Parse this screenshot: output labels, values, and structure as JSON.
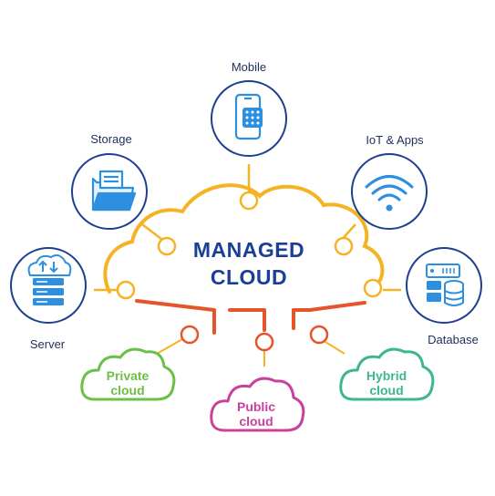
{
  "center": {
    "line1": "MANAGED",
    "line2": "CLOUD"
  },
  "nodes": {
    "mobile": {
      "label": "Mobile",
      "icon": "mobile-app-icon"
    },
    "storage": {
      "label": "Storage",
      "icon": "folder-icon"
    },
    "iot": {
      "label": "IoT & Apps",
      "icon": "wifi-icon"
    },
    "server": {
      "label": "Server",
      "icon": "server-icon"
    },
    "database": {
      "label": "Database",
      "icon": "database-icon"
    }
  },
  "clouds": {
    "private": {
      "line1": "Private",
      "line2": "cloud",
      "color": "#6cc04a"
    },
    "public": {
      "line1": "Public",
      "line2": "cloud",
      "color": "#c8419c"
    },
    "hybrid": {
      "line1": "Hybrid",
      "line2": "cloud",
      "color": "#3db88a"
    }
  },
  "colors": {
    "circle_stroke": "#1f3f8f",
    "icon_blue": "#2c8fe0",
    "upper_cloud": "#f5b324",
    "lower_lines": "#e5542a"
  }
}
